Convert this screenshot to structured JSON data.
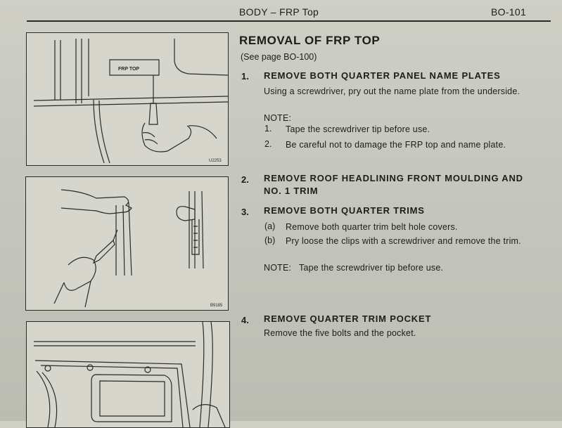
{
  "header": {
    "title": "BODY – FRP Top",
    "page": "BO-101"
  },
  "section": {
    "title": "REMOVAL OF FRP TOP",
    "see_page": "(See page BO-100)"
  },
  "steps": [
    {
      "num": "1.",
      "title": "REMOVE BOTH QUARTER PANEL NAME PLATES",
      "text": "Using a screwdriver, pry out the name plate from the underside.",
      "note_label": "NOTE:",
      "notes": [
        {
          "num": "1.",
          "text": "Tape the screwdriver tip before use."
        },
        {
          "num": "2.",
          "text": "Be careful not to damage the FRP top and name plate."
        }
      ]
    },
    {
      "num": "2.",
      "title": "REMOVE ROOF HEADLINING FRONT MOULDING AND NO. 1 TRIM"
    },
    {
      "num": "3.",
      "title": "REMOVE BOTH QUARTER TRIMS",
      "subs": [
        {
          "num": "(a)",
          "text": "Remove both quarter trim belt hole covers."
        },
        {
          "num": "(b)",
          "text": "Pry loose the clips with a screwdriver and remove the trim."
        }
      ],
      "note": "NOTE:   Tape the screwdriver tip before use."
    },
    {
      "num": "4.",
      "title": "REMOVE QUARTER TRIM POCKET",
      "text": "Remove the five bolts and the pocket."
    }
  ],
  "figures": {
    "fig1": {
      "label": "FRP TOP",
      "code": "U2253"
    },
    "fig2": {
      "code": "B9185"
    }
  }
}
